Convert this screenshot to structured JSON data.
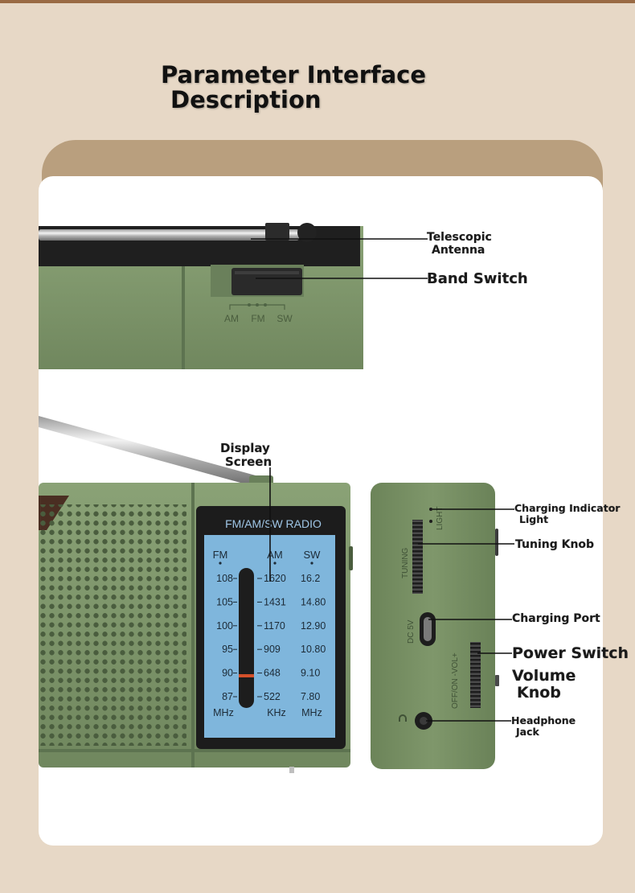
{
  "title": {
    "line1": "Parameter Interface",
    "line2": "Description"
  },
  "callouts": {
    "telescopic_antenna": {
      "line1": "Telescopic",
      "line2": "Antenna"
    },
    "band_switch": "Band Switch",
    "display_screen": {
      "line1": "Display",
      "line2": "Screen"
    },
    "charging_indicator": {
      "line1": "Charging Indicator",
      "line2": "Light"
    },
    "tuning_knob": "Tuning Knob",
    "charging_port": "Charging Port",
    "power_switch": "Power Switch",
    "volume_knob": {
      "line1": "Volume",
      "line2": "Knob"
    },
    "headphone_jack": {
      "line1": "Headphone",
      "line2": "Jack"
    }
  },
  "top_view": {
    "band_labels": [
      "AM",
      "FM",
      "SW"
    ]
  },
  "radio_screen": {
    "header": "FM/AM/SW RADIO",
    "columns": [
      {
        "band": "FM",
        "values": [
          "108",
          "105",
          "100",
          "95",
          "90",
          "87"
        ],
        "unit": "MHz"
      },
      {
        "band": "AM",
        "values": [
          "1620",
          "1431",
          "1170",
          "909",
          "648",
          "522"
        ],
        "unit": "KHz"
      },
      {
        "band": "SW",
        "values": [
          "16.2",
          "14.80",
          "12.90",
          "10.80",
          "9.10",
          "7.80"
        ],
        "unit": "MHz"
      }
    ]
  },
  "side_panel": {
    "light_label": "LIGHT",
    "tuning_label": "TUNING",
    "dc_label": "DC 5V",
    "power_label": "OFF/ON -VOL+"
  },
  "colors": {
    "body_green": "#7c9468",
    "body_dark": "#5f7550",
    "screen_blue": "#7fb6dc",
    "needle_red": "#d4502a",
    "background": "#e7d8c6",
    "card_tan": "#b99f7e"
  }
}
